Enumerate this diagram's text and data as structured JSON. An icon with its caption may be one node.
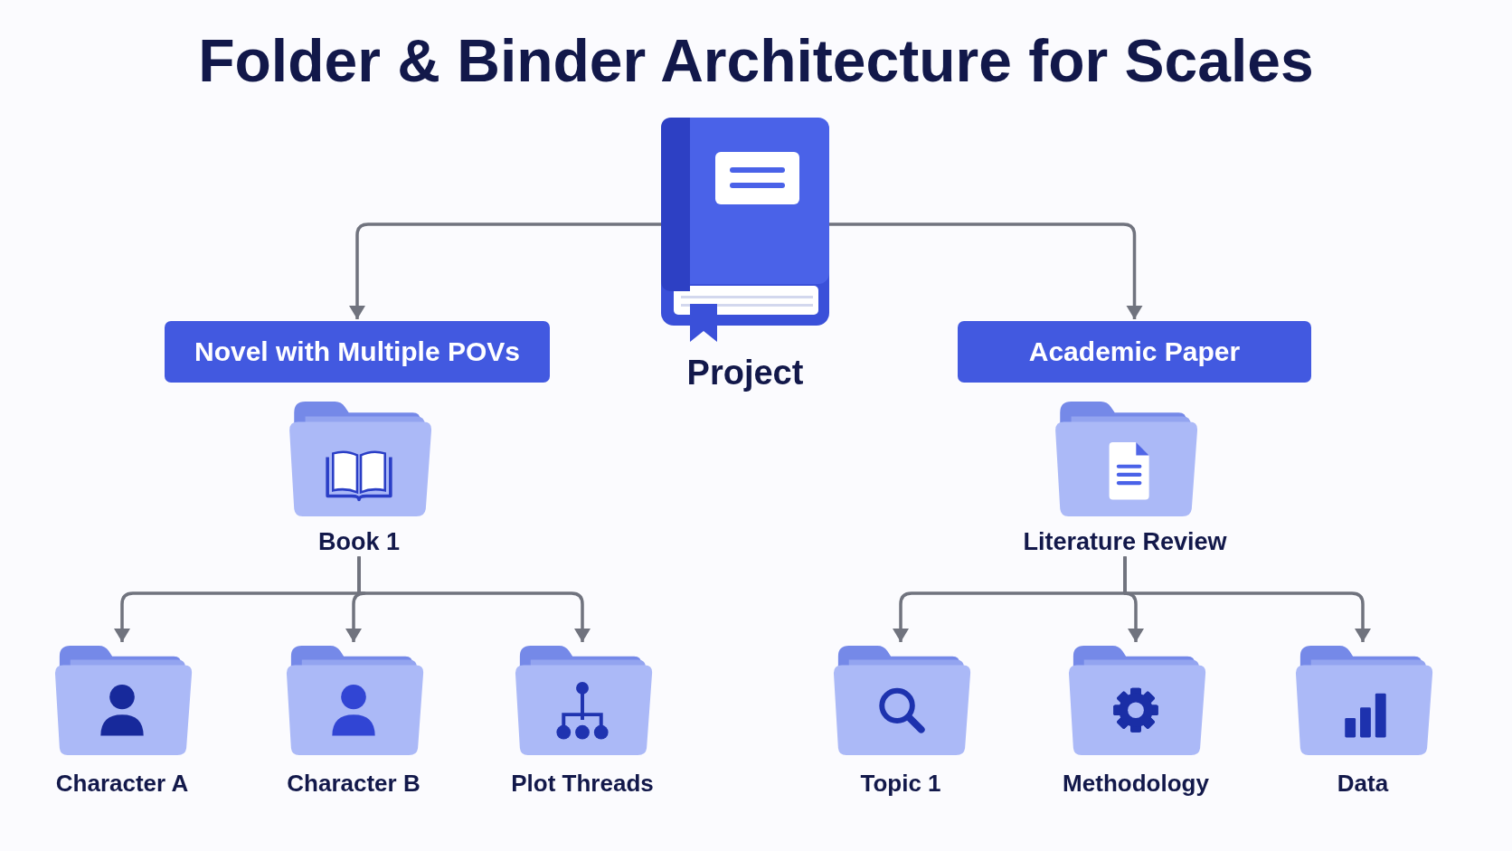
{
  "diagram": {
    "title": "Folder & Binder Architecture for Scales",
    "nodes": [
      {
        "text": [
          "Project"
        ]
      },
      {
        "text": [
          "Novel with Multiple POVs"
        ]
      },
      {
        "text": [
          "Academic Paper"
        ]
      },
      {
        "text": [
          "Book 1"
        ]
      },
      {
        "text": [
          "Character A"
        ]
      },
      {
        "text": [
          "Character B"
        ]
      },
      {
        "text": [
          "Plot Threads"
        ]
      },
      {
        "text": [
          "Literature Review"
        ]
      },
      {
        "text": [
          "Topic 1"
        ]
      },
      {
        "text": [
          "Methodology"
        ]
      },
      {
        "text": [
          "Data"
        ]
      }
    ],
    "edges": [
      {
        "from": 0,
        "to": 1,
        "arrow": "to"
      },
      {
        "from": 0,
        "to": 2,
        "arrow": "to"
      },
      {
        "from": 3,
        "to": 4,
        "arrow": "to"
      },
      {
        "from": 3,
        "to": 5,
        "arrow": "to"
      },
      {
        "from": 3,
        "to": 6,
        "arrow": "to"
      },
      {
        "from": 7,
        "to": 8,
        "arrow": "to"
      },
      {
        "from": 7,
        "to": 9,
        "arrow": "to"
      },
      {
        "from": 7,
        "to": 10,
        "arrow": "to"
      }
    ]
  }
}
